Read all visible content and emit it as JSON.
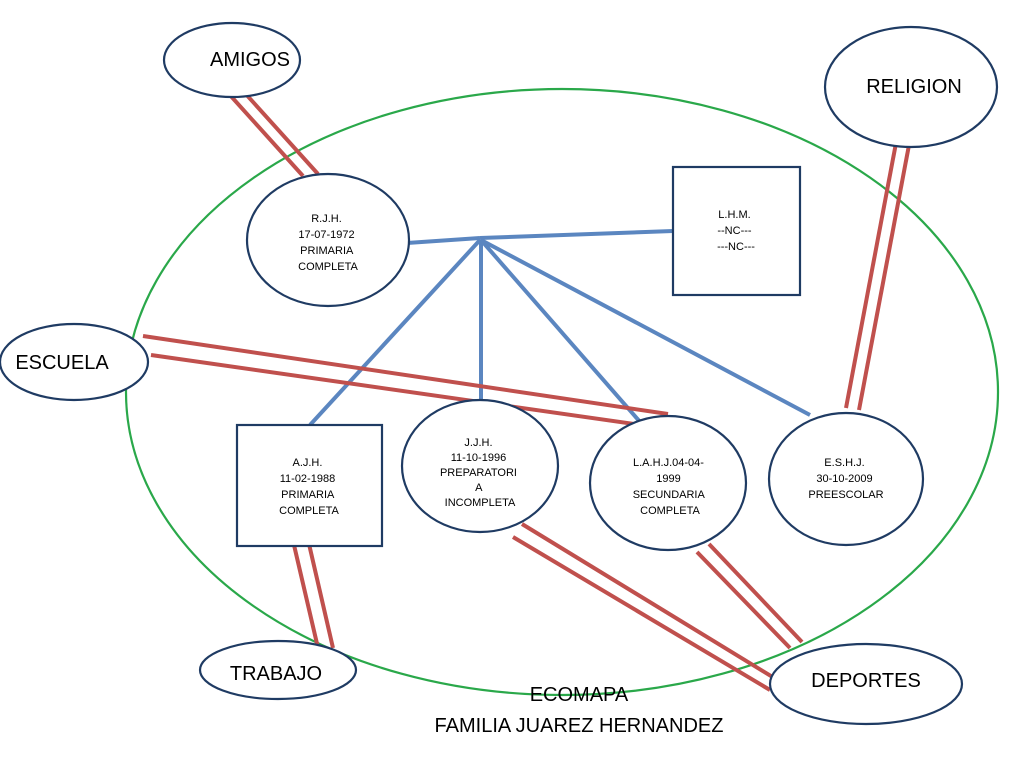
{
  "colors": {
    "relation_line": "#c0504d",
    "family_line": "#5b86c0",
    "environment_ellipse": "#2aa84a",
    "node_outline": "#1f3b63"
  },
  "external_systems": {
    "amigos": "AMIGOS",
    "religion": "RELIGION",
    "escuela": "ESCUELA",
    "trabajo": "TRABAJO",
    "deportes": "DEPORTES"
  },
  "family_members": {
    "father": [
      "R.J.H.",
      "17-07-1972",
      "PRIMARIA",
      "COMPLETA"
    ],
    "mother": [
      "L.H.M.",
      "--NC---",
      "---NC---"
    ],
    "child_ajh": [
      "A.J.H.",
      "11-02-1988",
      "PRIMARIA",
      "COMPLETA"
    ],
    "child_jjh": [
      "J.J.H.",
      "11-10-1996",
      "PREPARATORI",
      "A",
      "INCOMPLETA"
    ],
    "child_lahj": [
      "L.A.H.J.04-04-",
      "1999",
      "SECUNDARIA",
      "COMPLETA"
    ],
    "child_eshj": [
      "E.S.H.J.",
      "30-10-2009",
      "PREESCOLAR"
    ]
  },
  "caption": {
    "line1": "ECOMAPA",
    "line2": "FAMILIA JUAREZ HERNANDEZ"
  }
}
